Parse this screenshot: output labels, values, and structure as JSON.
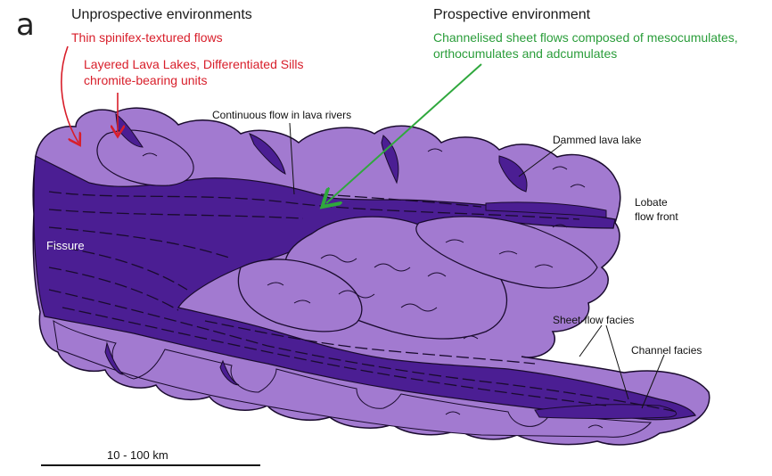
{
  "panel_letter": "a",
  "headings": {
    "unprospective": "Unprospective environments",
    "prospective": "Prospective environment"
  },
  "red_labels": {
    "spinifex": "Thin spinifex-textured flows",
    "lava_lakes_line1": "Layered Lava Lakes, Differentiated Sills",
    "lava_lakes_line2": "chromite-bearing units"
  },
  "green_labels": {
    "line1": "Channelised sheet flows composed of mesocumulates,",
    "line2": "orthocumulates and adcumulates"
  },
  "annotations": {
    "continuous_flow": "Continuous flow in lava rivers",
    "dammed": "Dammed lava lake",
    "lobate_line1": "Lobate",
    "lobate_line2": "flow front",
    "fissure": "Fissure",
    "sheet_flow": "Sheet-flow facies",
    "channel": "Channel facies"
  },
  "scale_bar": {
    "label": "10 - 100 km"
  },
  "colors": {
    "lobe_fill": "#a27ad0",
    "channel_fill": "#4b1e93",
    "outline": "#1a0b2e",
    "red_arrow": "#d81e2a",
    "green_arrow": "#2fa83d"
  }
}
